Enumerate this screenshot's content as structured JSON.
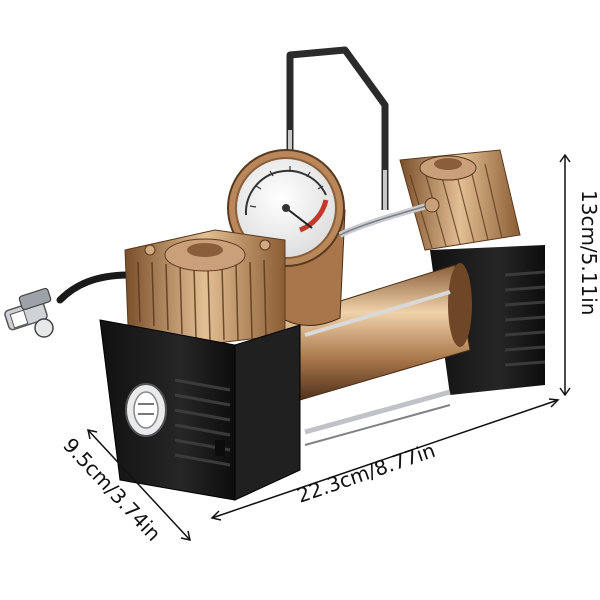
{
  "product": {
    "name": "",
    "colors": {
      "copper": "#b9875a",
      "copper_light": "#e3bf94",
      "copper_dark": "#6b4424",
      "housing": "#1b1b1b",
      "housing_edge": "#343434",
      "chrome": "#c9ccd0",
      "dimension_line": "#111111"
    }
  },
  "dimensions": {
    "height_label": "13cm/5.11in",
    "length_label": "22.3cm/8.77in",
    "depth_label": "9.5cm/3.74in"
  }
}
